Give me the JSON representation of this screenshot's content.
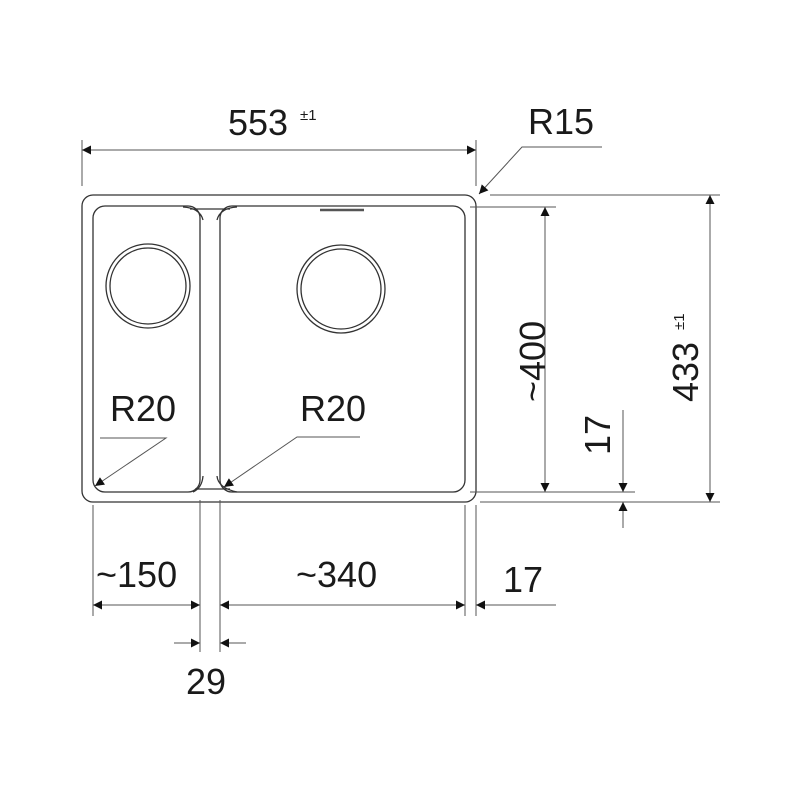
{
  "dimensions": {
    "width": "553",
    "width_tolerance": "±1",
    "height": "433",
    "height_tolerance": "±1",
    "corner_radius": "R15",
    "bowl_depth": "~400",
    "bowl_left_radius": "R20",
    "bowl_right_radius": "R20",
    "rim_bottom": "17",
    "small_bowl_width": "~150",
    "large_bowl_width": "~340",
    "rim_right": "17",
    "divider_width": "29"
  }
}
